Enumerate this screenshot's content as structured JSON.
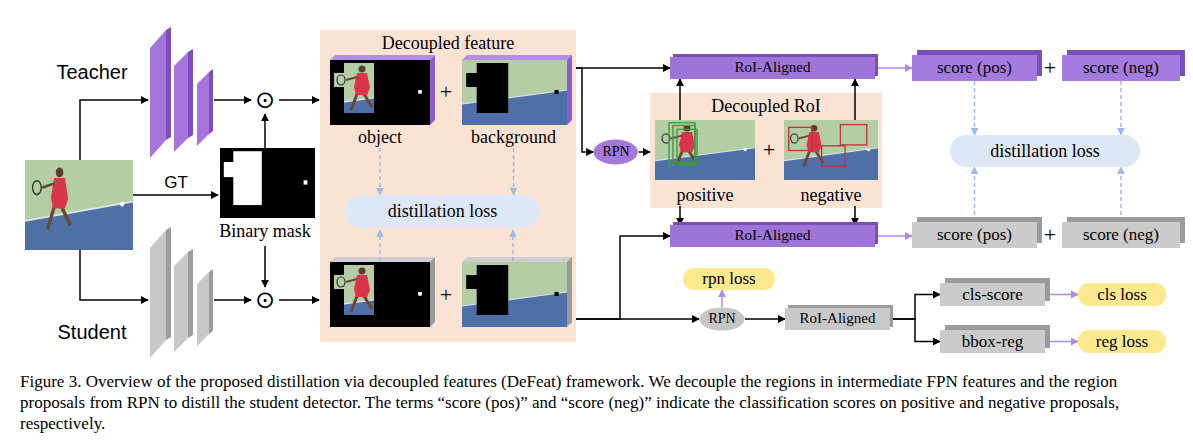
{
  "diagram": {
    "caption": "Figure 3. Overview of the proposed distillation via decoupled features (DeFeat) framework. We decouple the regions in intermediate FPN features and the region proposals from RPN to distill the student detector. The terms “score (pos)” and “score (neg)” indicate the classification scores on positive and negative proposals, respectively.",
    "nodes": [
      {
        "text": [
          "Decoupled feature"
        ]
      },
      {
        "text": [
          "object"
        ],
        "in": 0
      },
      {
        "text": [
          "background"
        ],
        "in": 0
      },
      {
        "text": [
          "distillation loss"
        ],
        "in": 0
      },
      {
        "text": [
          "RoI-Aligned"
        ]
      },
      {
        "text": [
          "RPN"
        ]
      },
      {
        "text": [
          "Decoupled RoI"
        ]
      },
      {
        "text": [
          "positive"
        ],
        "in": 6
      },
      {
        "text": [
          "negative"
        ],
        "in": 6
      },
      {
        "text": [
          "RoI-Aligned"
        ]
      },
      {
        "text": [
          "score (pos)"
        ]
      },
      {
        "text": [
          "score (neg)"
        ]
      },
      {
        "text": [
          "distillation loss"
        ]
      },
      {
        "text": [
          "score (pos)"
        ]
      },
      {
        "text": [
          "score (neg)"
        ]
      },
      {
        "text": [
          "rpn loss"
        ]
      },
      {
        "text": [
          "RPN"
        ]
      },
      {
        "text": [
          "RoI-Aligned"
        ]
      },
      {
        "text": [
          "cls-score"
        ]
      },
      {
        "text": [
          "bbox-reg"
        ]
      },
      {
        "text": [
          "cls loss"
        ]
      },
      {
        "text": [
          "reg loss"
        ]
      }
    ],
    "edges": [
      {
        "from": 1,
        "to": 3,
        "arrow": "to"
      },
      {
        "from": 2,
        "to": 3,
        "arrow": "to"
      },
      {
        "from": 0,
        "to": 4,
        "arrow": "to"
      },
      {
        "from": 0,
        "to": 5,
        "arrow": "to"
      },
      {
        "from": 5,
        "to": 6,
        "arrow": "to"
      },
      {
        "from": 7,
        "to": 4,
        "arrow": "to"
      },
      {
        "from": 8,
        "to": 4,
        "arrow": "to"
      },
      {
        "from": 7,
        "to": 9,
        "arrow": "to"
      },
      {
        "from": 8,
        "to": 9,
        "arrow": "to"
      },
      {
        "from": 4,
        "to": 10,
        "arrow": "to"
      },
      {
        "from": 10,
        "to": 12,
        "arrow": "to"
      },
      {
        "from": 11,
        "to": 12,
        "arrow": "to"
      },
      {
        "from": 0,
        "to": 9,
        "arrow": "to"
      },
      {
        "from": 0,
        "to": 16,
        "arrow": "to"
      },
      {
        "from": 9,
        "to": 13,
        "arrow": "to"
      },
      {
        "from": 13,
        "to": 12,
        "arrow": "to"
      },
      {
        "from": 14,
        "to": 12,
        "arrow": "to"
      },
      {
        "from": 16,
        "to": 15,
        "arrow": "to"
      },
      {
        "from": 16,
        "to": 17,
        "arrow": "to"
      },
      {
        "from": 17,
        "to": 18,
        "arrow": "to"
      },
      {
        "from": 17,
        "to": 19,
        "arrow": "to"
      },
      {
        "from": 18,
        "to": 20,
        "arrow": "to"
      },
      {
        "from": 19,
        "to": 21,
        "arrow": "to"
      }
    ],
    "labels": [
      "Teacher",
      "⊙",
      "+",
      "+",
      "+",
      "GT",
      "Binary mask",
      "+",
      "+",
      "⊙",
      "Student"
    ]
  }
}
